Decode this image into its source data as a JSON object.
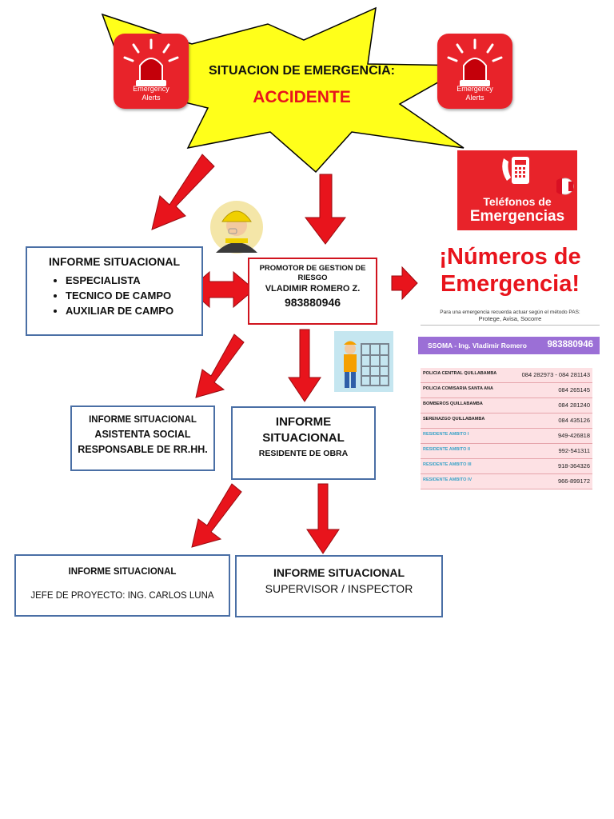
{
  "header": {
    "line1": "SITUACION DE EMERGENCIA:",
    "line2": "ACCIDENTE",
    "alert_icon_label_line1": "Emergency",
    "alert_icon_label_line2": "Alerts"
  },
  "box_left_top": {
    "title": "INFORME SITUACIONAL",
    "items": [
      "ESPECIALISTA",
      "TECNICO DE CAMPO",
      "AUXILIAR DE CAMPO"
    ]
  },
  "promotor": {
    "line1": "PROMOTOR DE GESTION DE",
    "line2": "RIESGO",
    "line3": "VLADIMIR ROMERO Z.",
    "phone": "983880946"
  },
  "box_social": {
    "title": "INFORME SITUACIONAL",
    "line1": "ASISTENTA SOCIAL",
    "line2": "RESPONSABLE DE RR.HH."
  },
  "box_residente": {
    "title_line1": "INFORME",
    "title_line2": "SITUACIONAL",
    "subtitle": "RESIDENTE DE OBRA"
  },
  "box_jefe": {
    "title": "INFORME SITUACIONAL",
    "line1": "JEFE DE PROYECTO: ING. CARLOS LUNA"
  },
  "box_supervisor": {
    "title": "INFORME SITUACIONAL",
    "line1": "SUPERVISOR / INSPECTOR"
  },
  "telefonos_banner": {
    "line1": "Teléfonos de",
    "line2": "Emergencias"
  },
  "numeros": {
    "title_line1": "¡Números de",
    "title_line2": "Emergencia!",
    "instruction_line1": "Para una emergencia recuerda actuar según el método PAS:",
    "instruction_line2": "Protege, Avisa, Socorre",
    "ssoma_label": "SSOMA - Ing. Vladimir Romero",
    "ssoma_phone": "983880946",
    "rows": [
      {
        "label": "POLICIA CENTRAL QUILLABAMBA",
        "value": "084 282973 - 084 281143"
      },
      {
        "label": "POLICIA COMISARIA SANTA ANA",
        "value": "084 265145"
      },
      {
        "label": "BOMBEROS QUILLABAMBA",
        "value": "084 281240"
      },
      {
        "label": "SERENAZGO QUILLABAMBA",
        "value": "084 435126"
      },
      {
        "label": "RESIDENTE AMBITO I",
        "value": "949-426818"
      },
      {
        "label": "RESIDENTE AMBITO II",
        "value": "992-541311"
      },
      {
        "label": "RESIDENTE AMBITO III",
        "value": "918-364326"
      },
      {
        "label": "RESIDENTE AMBITO IV",
        "value": "966-899172"
      }
    ]
  },
  "colors": {
    "arrow_red": "#e8141c",
    "burst_yellow": "#ffff1a",
    "box_border": "#4a6fa5",
    "ssoma_purple": "#9b6fd6",
    "table_pink": "#fde1e4"
  },
  "icons": [
    "siren-icon",
    "worker-icon",
    "phone-icon",
    "peru-flag-icon",
    "scaffold-worker-icon"
  ]
}
